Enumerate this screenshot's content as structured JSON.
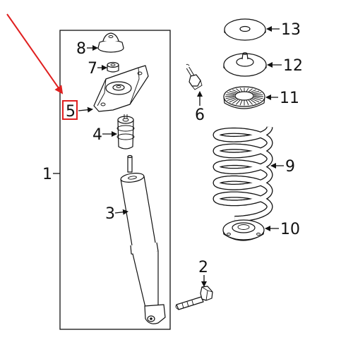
{
  "diagram": {
    "callouts": [
      {
        "id": "1",
        "text": "1"
      },
      {
        "id": "2",
        "text": "2"
      },
      {
        "id": "3",
        "text": "3"
      },
      {
        "id": "4",
        "text": "4"
      },
      {
        "id": "5",
        "text": "5"
      },
      {
        "id": "6",
        "text": "6"
      },
      {
        "id": "7",
        "text": "7"
      },
      {
        "id": "8",
        "text": "8"
      },
      {
        "id": "9",
        "text": "9"
      },
      {
        "id": "10",
        "text": "10"
      },
      {
        "id": "11",
        "text": "11"
      },
      {
        "id": "12",
        "text": "12"
      },
      {
        "id": "13",
        "text": "13"
      }
    ],
    "highlight": {
      "target": "5",
      "color": "#e02020"
    },
    "line_color": "#111111"
  }
}
